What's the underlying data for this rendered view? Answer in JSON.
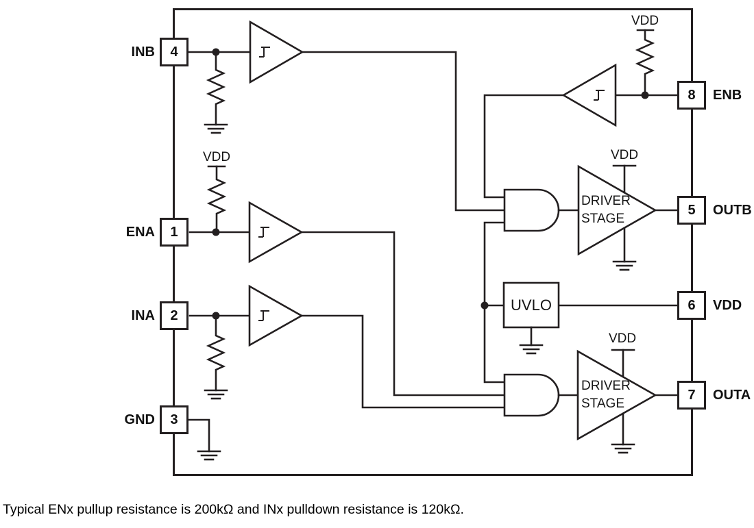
{
  "colors": {
    "line": "#231f20",
    "text": "#000000",
    "background": "#ffffff"
  },
  "diagram": {
    "supply_label": "VDD",
    "pins_left": [
      {
        "name": "INB",
        "number": "4"
      },
      {
        "name": "ENA",
        "number": "1"
      },
      {
        "name": "INA",
        "number": "2"
      },
      {
        "name": "GND",
        "number": "3"
      }
    ],
    "pins_right": [
      {
        "name": "ENB",
        "number": "8"
      },
      {
        "name": "OUTB",
        "number": "5"
      },
      {
        "name": "VDD",
        "number": "6"
      },
      {
        "name": "OUTA",
        "number": "7"
      }
    ],
    "blocks": {
      "uvlo_label": "UVLO",
      "driver_stage_line1": "DRIVER",
      "driver_stage_line2": "STAGE"
    }
  },
  "note": "Typical ENx pullup resistance is 200kΩ and INx pulldown resistance is 120kΩ."
}
